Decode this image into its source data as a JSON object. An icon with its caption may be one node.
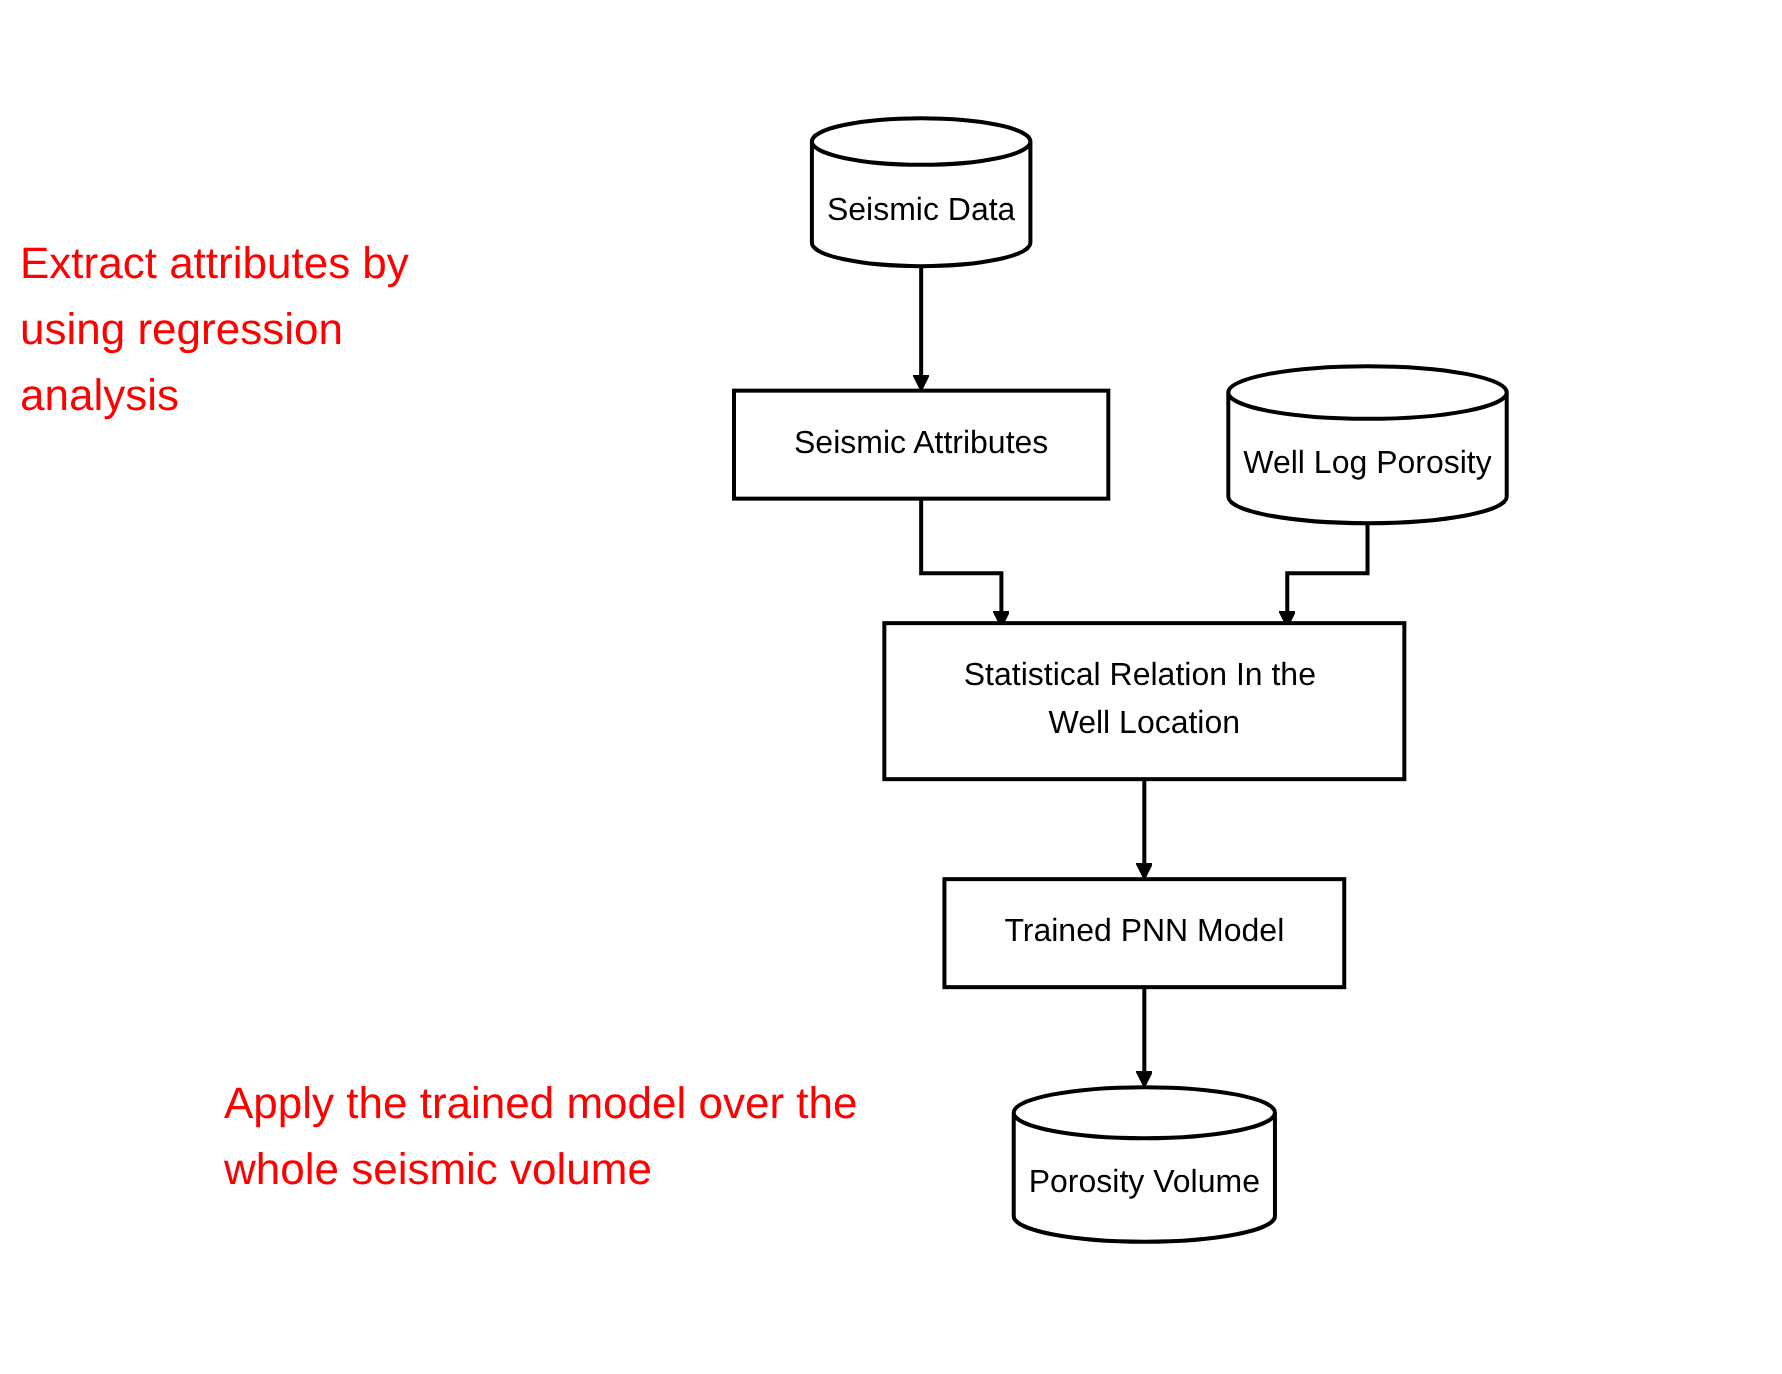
{
  "diagram": {
    "nodes": [
      {
        "text": [
          "Seismic Data"
        ]
      },
      {
        "text": [
          "Well Log Porosity"
        ]
      },
      {
        "text": [
          "Seismic Attributes"
        ]
      },
      {
        "text": [
          "Statistical Relation In the Well Location"
        ]
      },
      {
        "text": [
          "Trained PNN Model"
        ]
      },
      {
        "text": [
          "Porosity Volume"
        ]
      }
    ],
    "edges": [
      {
        "from": 0,
        "to": 2,
        "arrow": "to"
      },
      {
        "from": 2,
        "to": 3,
        "arrow": "to"
      },
      {
        "from": 1,
        "to": 3,
        "arrow": "to"
      },
      {
        "from": 3,
        "to": 4,
        "arrow": "to"
      },
      {
        "from": 4,
        "to": 5,
        "arrow": "to"
      }
    ],
    "labels": [
      "Extract attributes by using regression analysis",
      "Apply the trained model over the whole seismic volume"
    ]
  }
}
